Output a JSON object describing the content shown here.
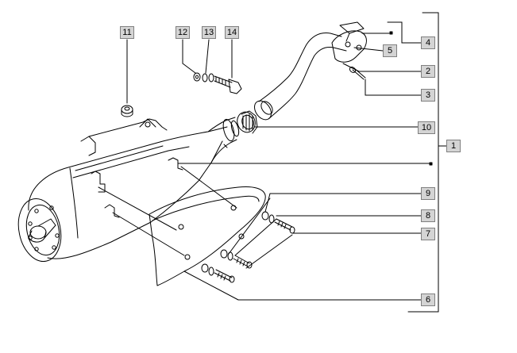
{
  "diagram": {
    "type": "exploded-parts-view",
    "callouts": {
      "c1": "1",
      "c2": "2",
      "c3": "3",
      "c4": "4",
      "c5": "5",
      "c6": "6",
      "c7": "7",
      "c8": "8",
      "c9": "9",
      "c10": "10",
      "c11": "11",
      "c12": "12",
      "c13": "13",
      "c14": "14"
    },
    "colors": {
      "line": "#000000",
      "callout_fill": "#d4d4d4",
      "callout_border": "#808080",
      "background": "#ffffff"
    }
  }
}
